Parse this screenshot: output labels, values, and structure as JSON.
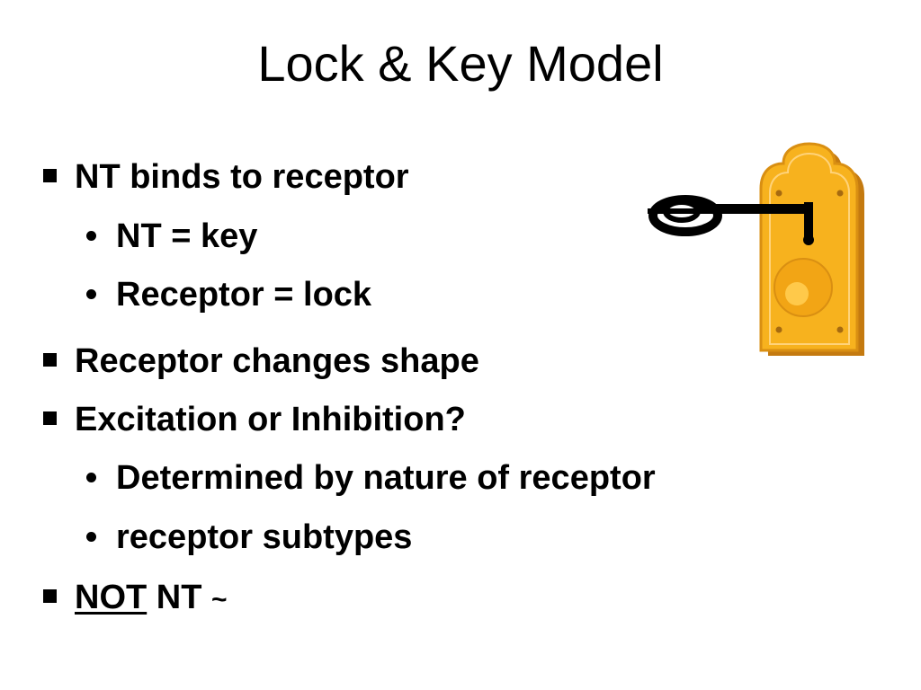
{
  "slide": {
    "title": "Lock & Key Model",
    "bullets": [
      {
        "text": "NT binds to receptor"
      },
      {
        "text": "NT = key"
      },
      {
        "text": "Receptor = lock"
      },
      {
        "text": "Receptor changes shape"
      },
      {
        "text": "Excitation or Inhibition?"
      },
      {
        "text": "Determined by nature of receptor"
      },
      {
        "text": "receptor subtypes"
      },
      {
        "text_underlined": "NOT",
        "text_rest": " NT ",
        "suffix": "~"
      }
    ]
  },
  "illustration": {
    "icon": "lock-and-key-icon",
    "colors": {
      "plate": "#F7B21E",
      "plate_shadow": "#C47A10",
      "knob": "#FFC94A",
      "key": "#000000"
    }
  }
}
